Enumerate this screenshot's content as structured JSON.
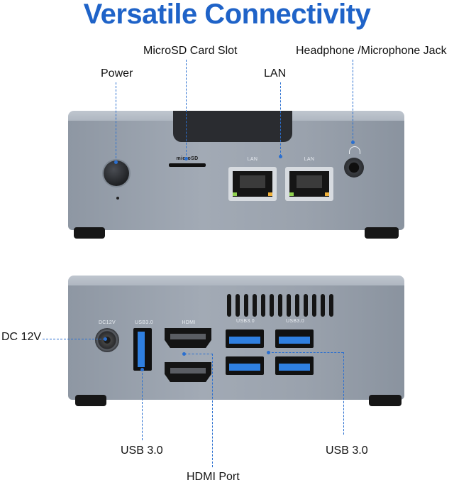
{
  "title": "Versatile Connectivity",
  "callouts": {
    "microsd": "MicroSD Card Slot",
    "headphone": "Headphone /Microphone Jack",
    "power": "Power",
    "lan": "LAN",
    "dc": "DC 12V",
    "usb_left": "USB 3.0",
    "usb_right": "USB 3.0",
    "hdmi": "HDMI Port"
  },
  "port_labels": {
    "microsd": "microSD",
    "lan1": "LAN",
    "lan2": "LAN",
    "dc": "DC12V",
    "usb_single": "USB3.0",
    "hdmi": "HDMI",
    "usb_a": "USB3.0",
    "usb_b": "USB3.0"
  },
  "colors": {
    "accent": "#1f63c8",
    "device_body": "#9aa3b0",
    "usb_blue": "#2f7fe0"
  }
}
